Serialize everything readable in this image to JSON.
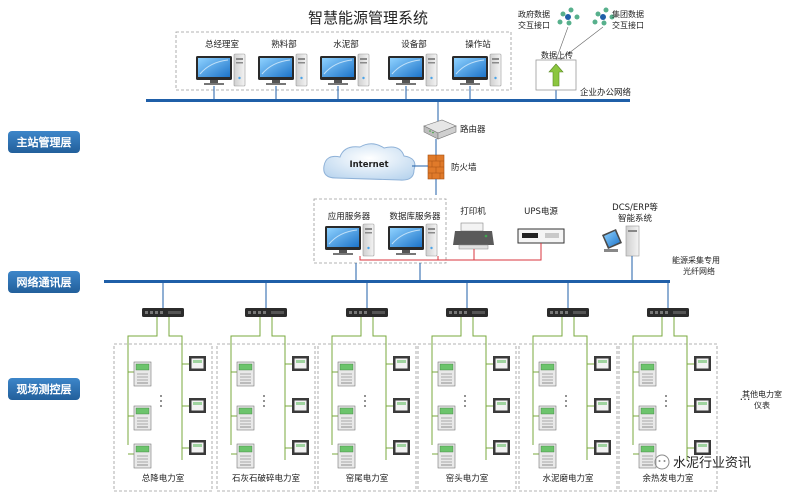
{
  "title": "智慧能源管理系统",
  "layers": {
    "master": "主站管理层",
    "network": "网络通讯层",
    "field": "现场测控层"
  },
  "offices": [
    "总经理室",
    "熟料部",
    "水泥部",
    "设备部",
    "操作站"
  ],
  "top_right": {
    "gov": "政府数据\n交互接口",
    "group": "集团数据\n交互接口",
    "upload": "数据上传",
    "office_net": "企业办公网络"
  },
  "center": {
    "router": "路由器",
    "internet": "Internet",
    "firewall": "防火墙",
    "app_server": "应用服务器",
    "db_server": "数据库服务器",
    "printer": "打印机",
    "ups": "UPS电源",
    "dcs": "DCS/ERP等\n智能系统",
    "fiber": "能源采集专用\n光纤网络"
  },
  "rooms": [
    "总降电力室",
    "石灰石破碎电力室",
    "窑尾电力室",
    "窑头电力室",
    "水泥磨电力室",
    "余热发电力室"
  ],
  "other_meters": "其他电力室\n仪表",
  "ellipsis": "…",
  "watermark": "水泥行业资讯",
  "colors": {
    "bus": "#1f5fa8",
    "layer_bg": "#2e75b6",
    "green_line": "#7aa83c",
    "red_line": "#d9363e",
    "dash": "#9a9a9a"
  }
}
